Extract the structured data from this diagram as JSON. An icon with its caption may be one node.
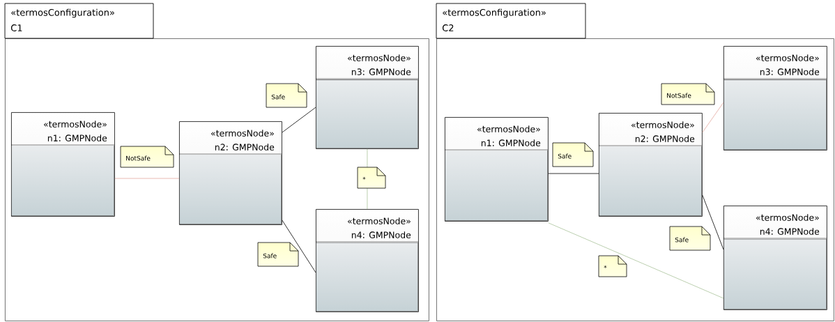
{
  "diagram": {
    "nodes": [
      {
        "text": [
          "«termosConfiguration»",
          "C1"
        ]
      },
      {
        "text": [
          "«termosNode»",
          "n1: GMPNode"
        ],
        "in": 0
      },
      {
        "text": [
          "«termosNode»",
          "n2: GMPNode"
        ],
        "in": 0
      },
      {
        "text": [
          "«termosNode»",
          "n3: GMPNode"
        ],
        "in": 0
      },
      {
        "text": [
          "«termosNode»",
          "n4: GMPNode"
        ],
        "in": 0
      },
      {
        "text": [
          "«termosConfiguration»",
          "C2"
        ]
      },
      {
        "text": [
          "«termosNode»",
          "n1: GMPNode"
        ],
        "in": 5
      },
      {
        "text": [
          "«termosNode»",
          "n2: GMPNode"
        ],
        "in": 5
      },
      {
        "text": [
          "«termosNode»",
          "n3: GMPNode"
        ],
        "in": 5
      },
      {
        "text": [
          "«termosNode»",
          "n4: GMPNode"
        ],
        "in": 5
      }
    ],
    "edges": [
      {
        "from": 1,
        "to": 2,
        "arrow": "none",
        "label": "NotSafe",
        "color": "#e5a9a0"
      },
      {
        "from": 2,
        "to": 3,
        "arrow": "none",
        "label": "Safe"
      },
      {
        "from": 3,
        "to": 4,
        "arrow": "none",
        "label": "*",
        "color": "#a9c39a"
      },
      {
        "from": 2,
        "to": 4,
        "arrow": "none",
        "label": "Safe"
      },
      {
        "from": 6,
        "to": 7,
        "arrow": "none",
        "label": "Safe"
      },
      {
        "from": 7,
        "to": 8,
        "arrow": "none",
        "label": "NotSafe",
        "color": "#e5a9a0"
      },
      {
        "from": 7,
        "to": 9,
        "arrow": "none",
        "label": "Safe"
      },
      {
        "from": 6,
        "to": 9,
        "arrow": "none",
        "label": "*",
        "color": "#a9c39a"
      }
    ]
  }
}
